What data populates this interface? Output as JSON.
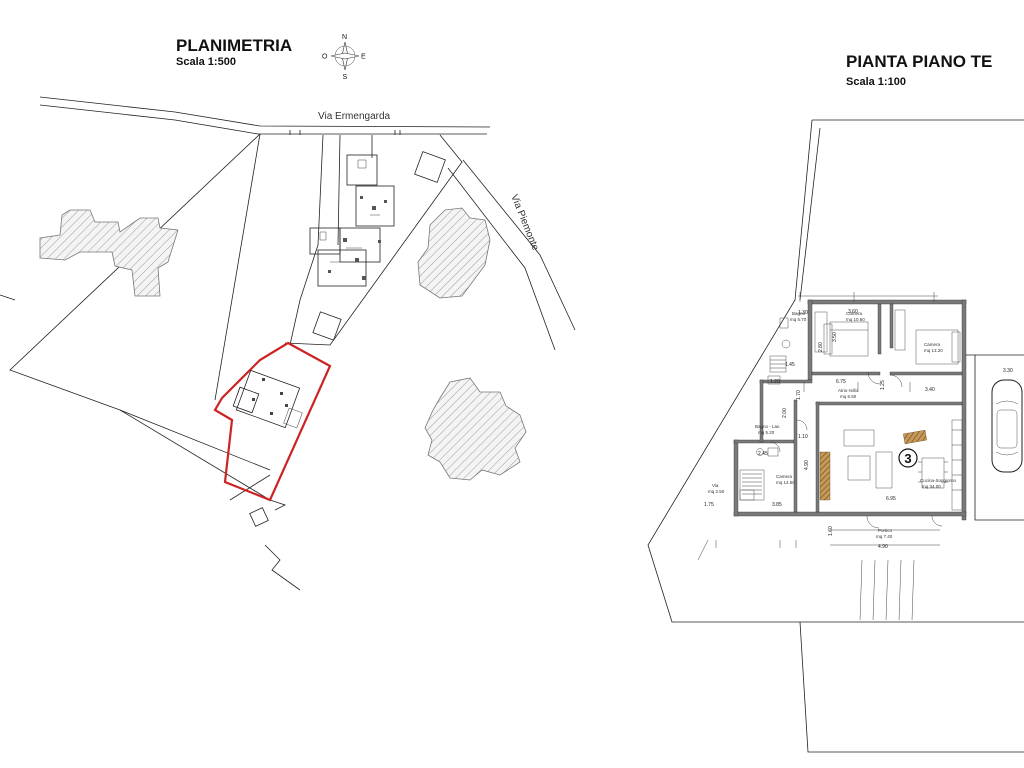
{
  "site_plan": {
    "title": "PLANIMETRIA",
    "scale": "Scala 1:500",
    "compass": {
      "n": "N",
      "s": "S",
      "e": "E",
      "o": "O"
    },
    "streets": [
      "Via Ermengarda",
      "Via Piemonte"
    ]
  },
  "floor_plan": {
    "title": "PIANTA PIANO TE",
    "scale": "Scala 1:100",
    "unit_number": "3",
    "rooms": {
      "bath1": {
        "name": "Bagno",
        "area": "mq 5.70"
      },
      "bed1": {
        "name": "Camera",
        "area": "mq 10.60"
      },
      "bed2": {
        "name": "Camera",
        "area": "mq 13.20"
      },
      "hall": {
        "name": "Atrio-rsillo",
        "area": "mq 6.50"
      },
      "bath2": {
        "name": "Bagno - Lav.",
        "area": "mq 5.20"
      },
      "bed3": {
        "name": "Camera",
        "area": "mq 14.50"
      },
      "living": {
        "name": "Cucina-Soggiorno",
        "area": "mq 34.00"
      },
      "porch": {
        "name": "Portico",
        "area": "mq 7.40"
      },
      "corridor": {
        "name": "Via",
        "area": "mq 2.50"
      }
    },
    "dimensions": [
      "1.30",
      "3.60",
      "3.50",
      "2.80",
      "1.45",
      "6.75",
      "1.25",
      "3.40",
      "1.20",
      "1.70",
      "1.10",
      "2.00",
      "2.45",
      "4.90",
      "3.85",
      "6.95",
      "1.75",
      "1.60",
      "4.90",
      "3.30"
    ]
  },
  "colors": {
    "lot_outline": "#cc2222",
    "hatch": "#999999",
    "wall": "#7a7a7a",
    "wood": "#9a6a2a"
  }
}
